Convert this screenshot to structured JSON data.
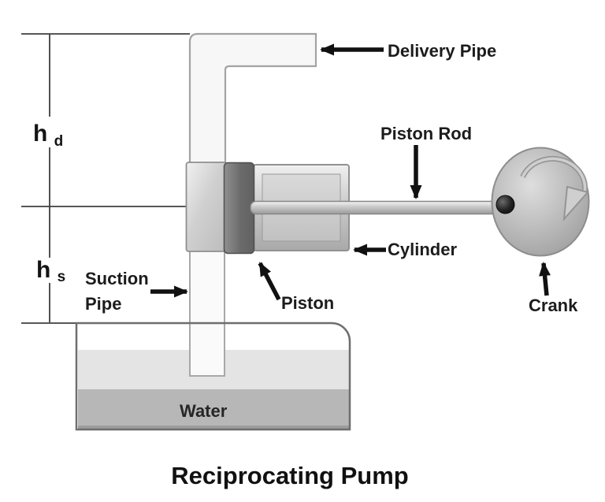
{
  "title": "Reciprocating Pump",
  "labels": {
    "delivery_pipe": "Delivery Pipe",
    "piston_rod": "Piston Rod",
    "cylinder": "Cylinder",
    "piston": "Piston",
    "suction_pipe": [
      "Suction",
      "Pipe"
    ],
    "crank": "Crank",
    "water": "Water"
  },
  "measurements": {
    "delivery_head": {
      "base": "h",
      "sub": "d"
    },
    "suction_head": {
      "base": "h",
      "sub": "s"
    }
  },
  "colors": {
    "line": "#3f3f3f",
    "arrow": "#111111",
    "pipe_fill": "#f7f7f7",
    "pipe_stroke": "#a3a3a3",
    "piston_fill": "#6f6f6f",
    "cylinder_fill": "#c9c9c9",
    "crank_fill": "#b4b4b4",
    "water_light": "#e4e4e4",
    "water_dark": "#b7b7b7",
    "tank_stroke": "#6e6e6e",
    "text": "#1c1c1c"
  }
}
